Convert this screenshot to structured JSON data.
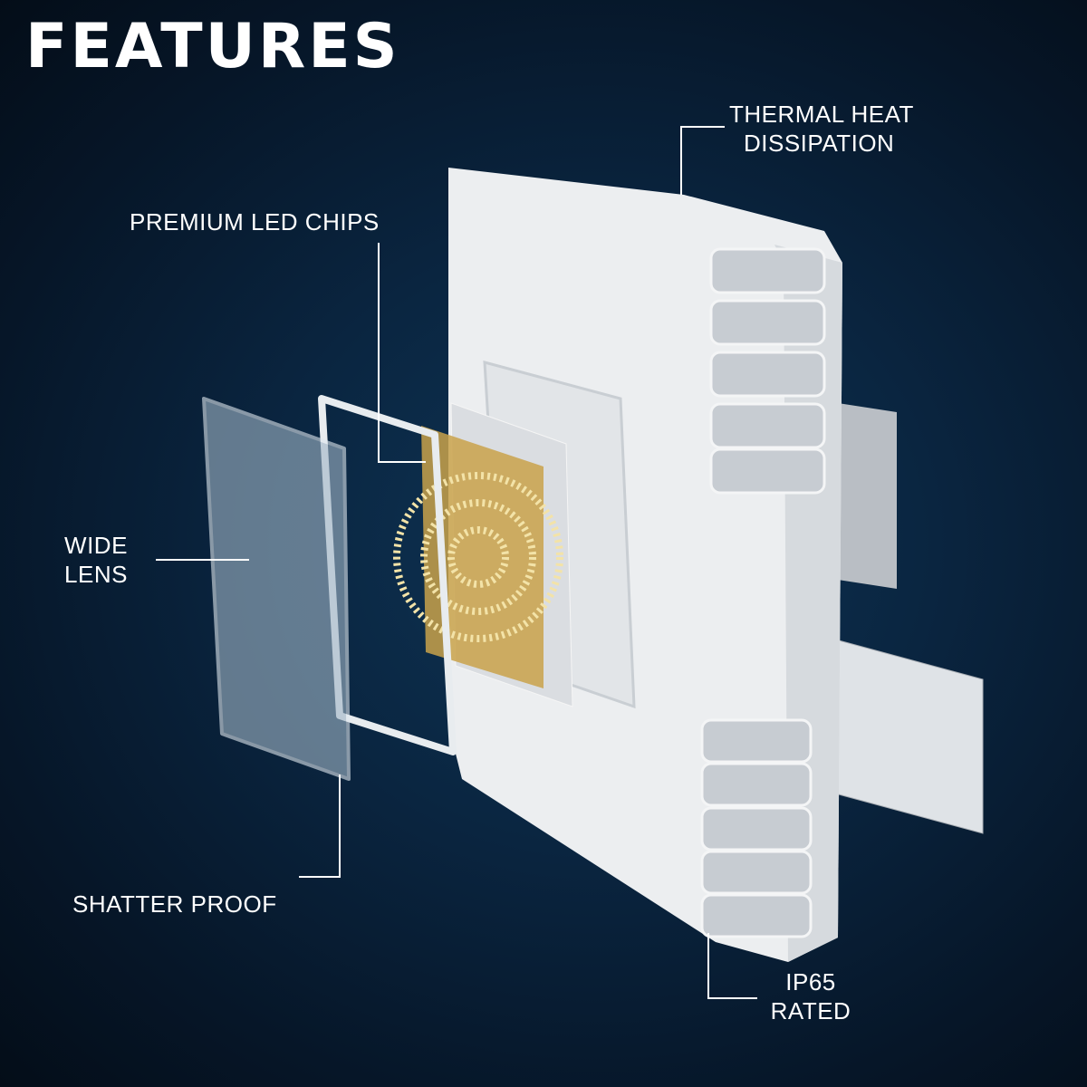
{
  "title": "FEATURES",
  "labels": {
    "thermal_line1": "THERMAL HEAT",
    "thermal_line2": "DISSIPATION",
    "led_chips": "PREMIUM LED CHIPS",
    "lens_line1": "WIDE",
    "lens_line2": "LENS",
    "shatter": "SHATTER PROOF",
    "ip_line1": "IP65",
    "ip_line2": "RATED"
  },
  "colors": {
    "background": "#0a2540",
    "housing": "#e9ecef",
    "led": "#d8b85a"
  }
}
